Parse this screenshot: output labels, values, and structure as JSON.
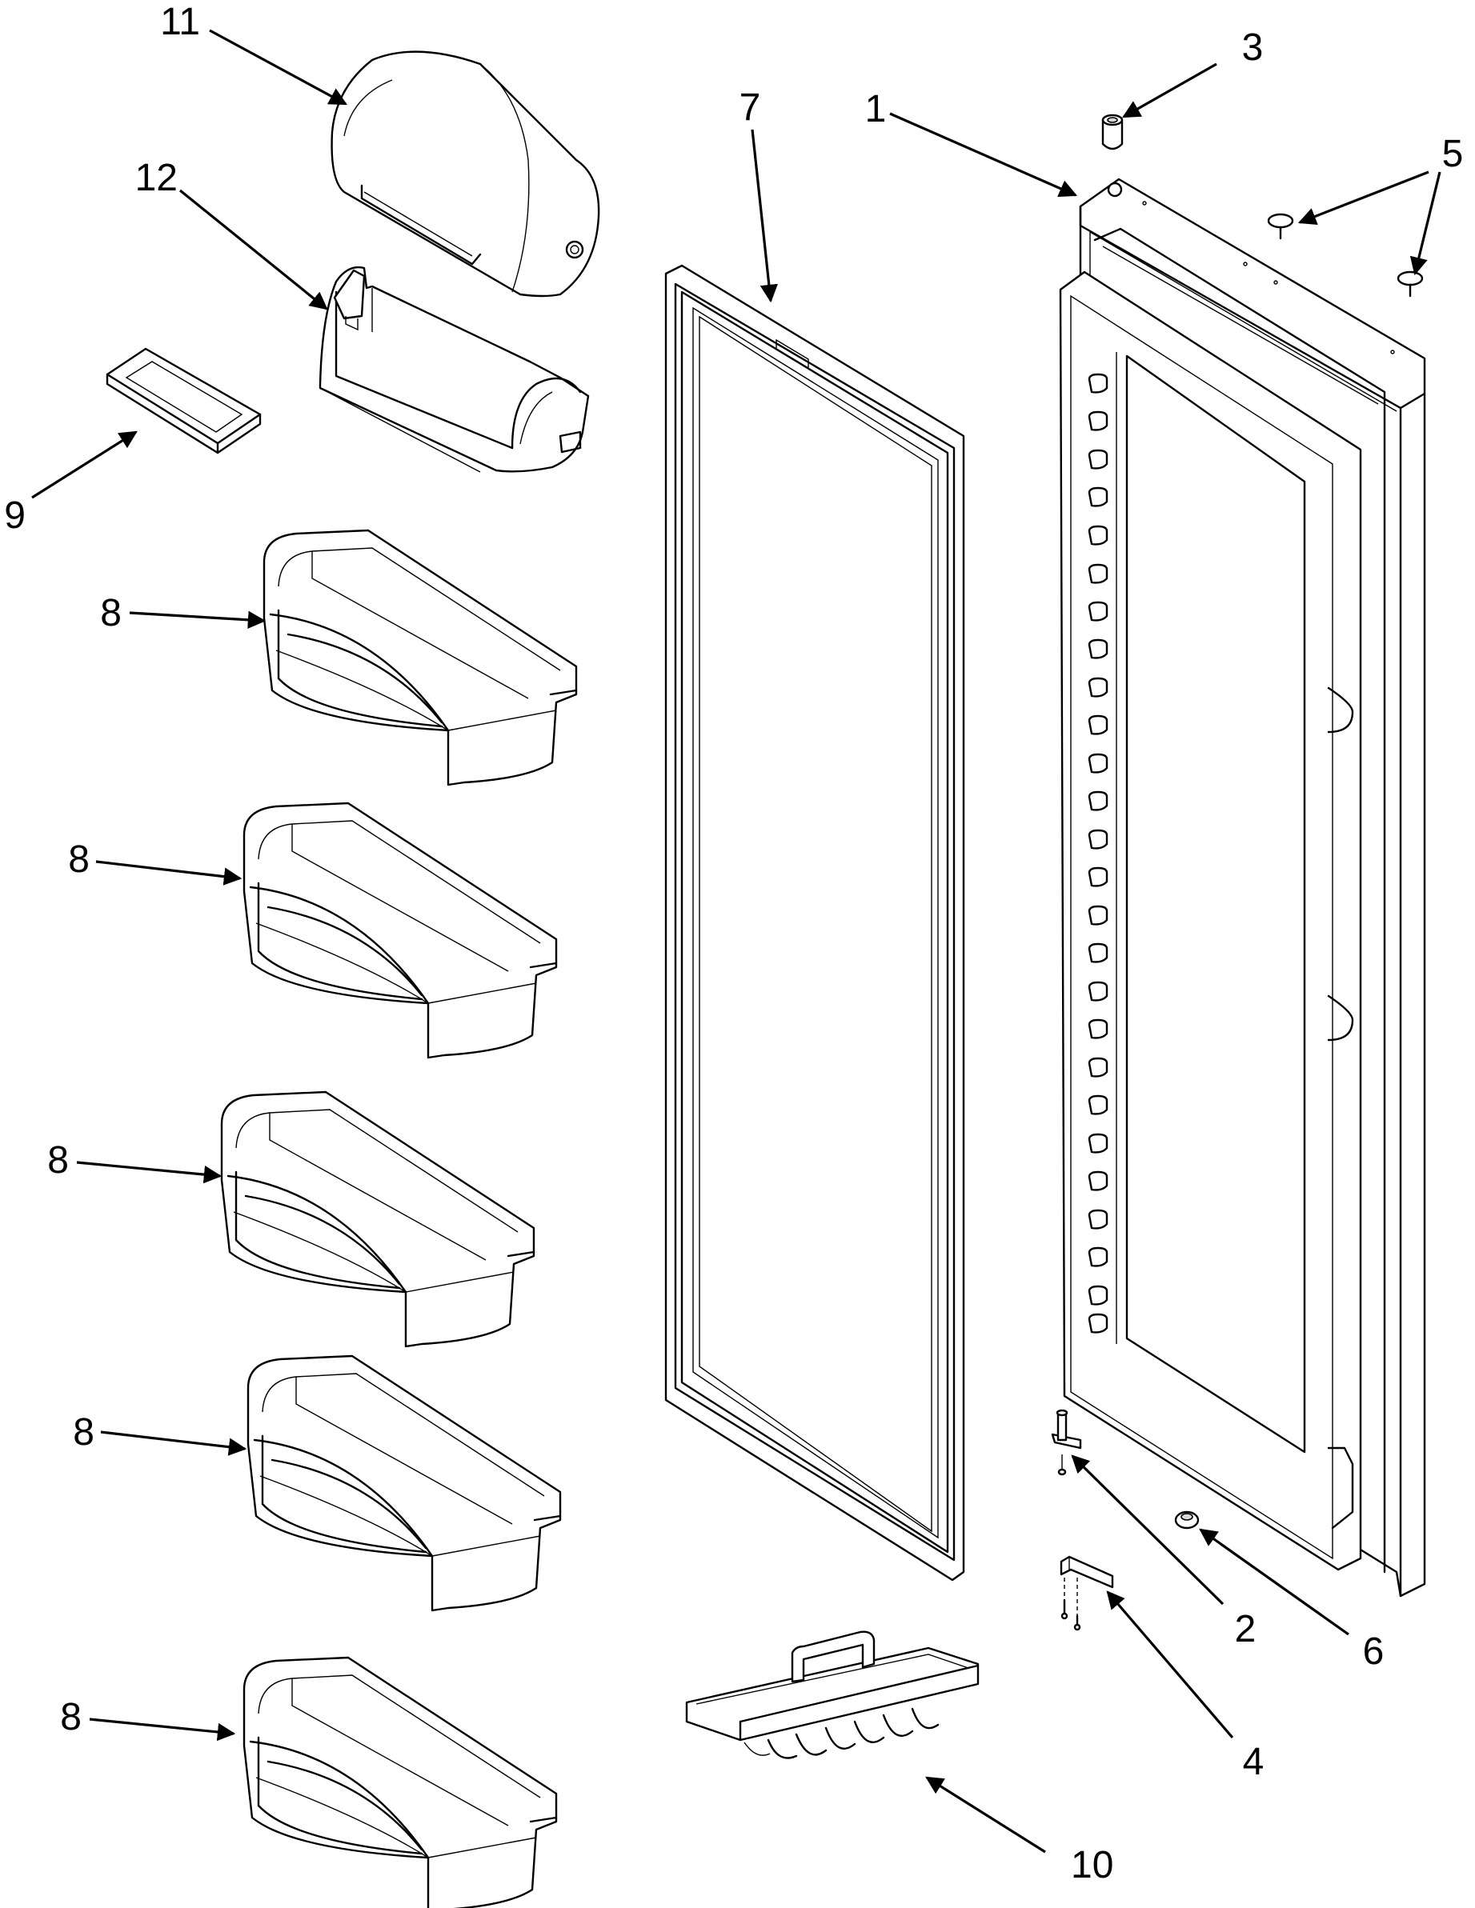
{
  "diagram": {
    "callouts": [
      {
        "id": "c1",
        "label": "1"
      },
      {
        "id": "c2",
        "label": "2"
      },
      {
        "id": "c3",
        "label": "3"
      },
      {
        "id": "c4",
        "label": "4"
      },
      {
        "id": "c5",
        "label": "5"
      },
      {
        "id": "c6",
        "label": "6"
      },
      {
        "id": "c7",
        "label": "7"
      },
      {
        "id": "c8a",
        "label": "8"
      },
      {
        "id": "c8b",
        "label": "8"
      },
      {
        "id": "c8c",
        "label": "8"
      },
      {
        "id": "c8d",
        "label": "8"
      },
      {
        "id": "c8e",
        "label": "8"
      },
      {
        "id": "c9",
        "label": "9"
      },
      {
        "id": "c10",
        "label": "10"
      },
      {
        "id": "c11",
        "label": "11"
      },
      {
        "id": "c12",
        "label": "12"
      }
    ]
  }
}
